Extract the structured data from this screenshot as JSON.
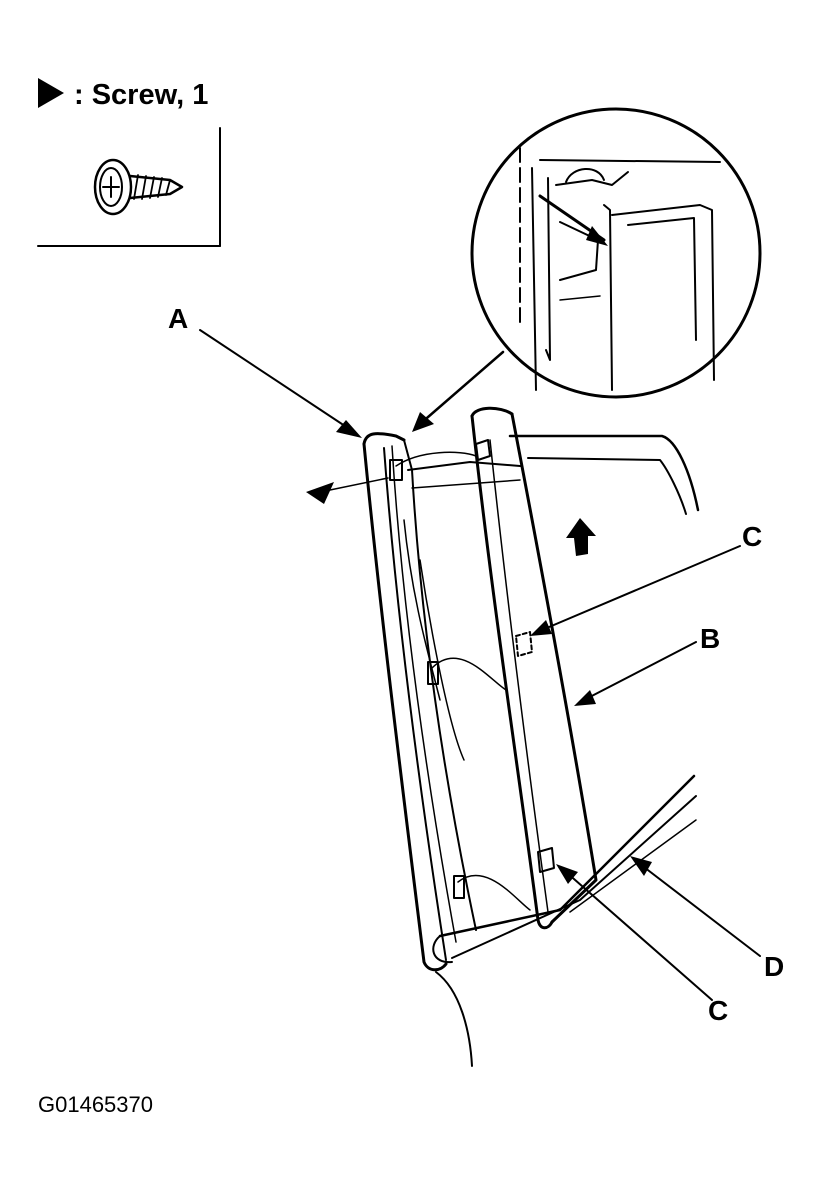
{
  "legend": {
    "marker_icon": "triangle-pointer-icon",
    "text": ": Screw, 1"
  },
  "callouts": {
    "a": "A",
    "b": "B",
    "c_upper": "C",
    "c_lower": "C",
    "d": "D"
  },
  "figure_id": "G01465370",
  "colors": {
    "ink": "#000000",
    "paper": "#ffffff"
  }
}
